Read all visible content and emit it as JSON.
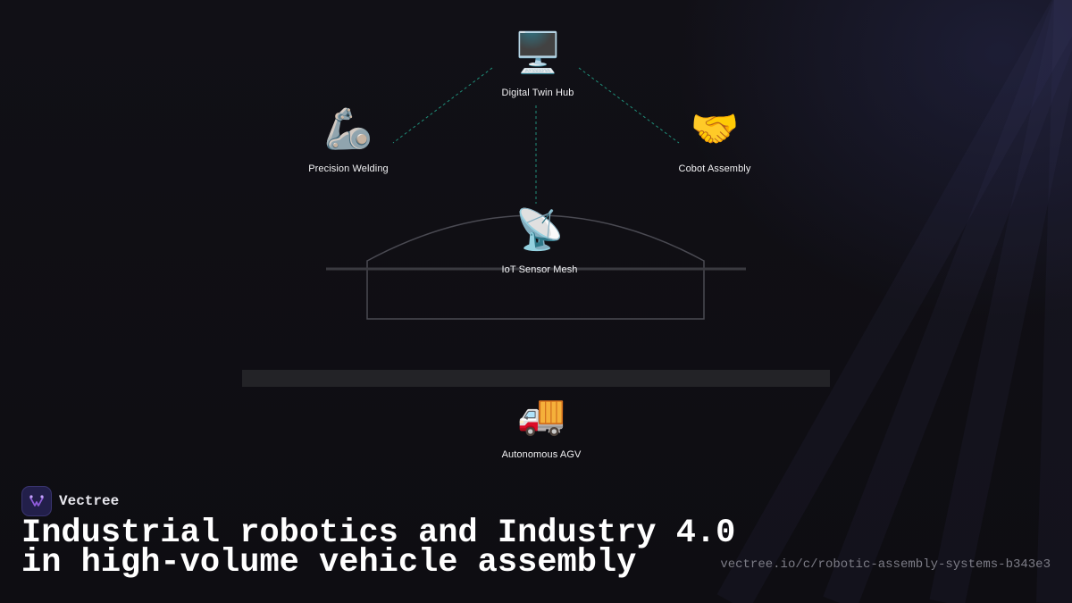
{
  "diagram": {
    "nodes": [
      {
        "id": "hub",
        "icon": "desktop-computer-icon",
        "glyph": "🖥️",
        "label": "Digital Twin Hub"
      },
      {
        "id": "welding",
        "icon": "mechanical-arm-icon",
        "glyph": "🦾",
        "label": "Precision Welding"
      },
      {
        "id": "cobot",
        "icon": "handshake-icon",
        "glyph": "🤝",
        "label": "Cobot Assembly"
      },
      {
        "id": "iot",
        "icon": "satellite-antenna-icon",
        "glyph": "📡",
        "label": "IoT Sensor Mesh"
      },
      {
        "id": "agv",
        "icon": "delivery-truck-icon",
        "glyph": "🚚",
        "label": "Autonomous AGV"
      }
    ],
    "connector_color": "#1f8f7a",
    "outline_color": "#4a4a52",
    "conveyor_color": "#232327"
  },
  "brand": {
    "name": "Vectree",
    "logo_icon": "vectree-logo-icon",
    "accent": "#8e5bd9"
  },
  "headline": {
    "line1": "Industrial robotics and Industry 4.0",
    "line2": "in high-volume vehicle assembly"
  },
  "url": "vectree.io/c/robotic-assembly-systems-b343e3"
}
